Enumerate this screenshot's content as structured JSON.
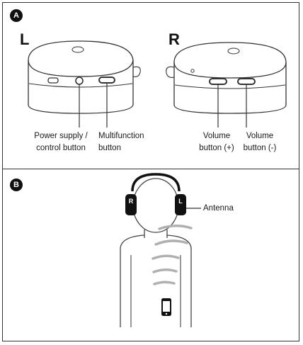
{
  "section_a": {
    "badge": "A",
    "left_side": "L",
    "right_side": "R",
    "labels": {
      "power_line1": "Power supply /",
      "power_line2": "control button",
      "multi_line1": "Multifunction",
      "multi_line2": "button",
      "volplus_line1": "Volume",
      "volplus_line2": "button (+)",
      "volminus_line1": "Volume",
      "volminus_line2": "button (-)"
    }
  },
  "section_b": {
    "badge": "B",
    "cup_right": "R",
    "cup_left": "L",
    "antenna": "Antenna"
  }
}
